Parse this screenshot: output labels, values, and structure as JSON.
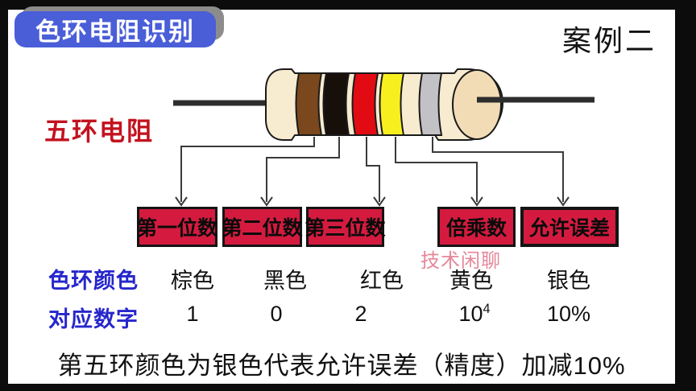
{
  "header": {
    "badge_label": "色环电阻识别",
    "case_label": "案例二"
  },
  "section_label": "五环电阻",
  "watermark": "技术闲聊",
  "resistor": {
    "bands": [
      {
        "name": "brown",
        "color": "#7a481c"
      },
      {
        "name": "black",
        "color": "#17100a"
      },
      {
        "name": "red",
        "color": "#e30b13"
      },
      {
        "name": "yellow",
        "color": "#f8ef1f"
      },
      {
        "name": "silver",
        "color": "#c2c1c6"
      }
    ]
  },
  "boxes": {
    "labels": [
      "第一位数",
      "第二位数",
      "第三位数",
      "倍乘数",
      "允许误差"
    ]
  },
  "rows": {
    "color_row": {
      "label": "色环颜色",
      "values": [
        "棕色",
        "黑色",
        "红色",
        "黄色",
        "银色"
      ]
    },
    "digit_row": {
      "label": "对应数字",
      "values": [
        "1",
        "0",
        "2",
        {
          "base": "10",
          "sup": "4"
        },
        "10%"
      ]
    }
  },
  "footer": "第五环颜色为银色代表允许误差（精度）加减10%",
  "colors": {
    "badge_blue": "#4a5ed8",
    "badge_shadow_gray": "#8c8c8c",
    "box_red": "#d41b3f",
    "row_label_blue": "#2626cc",
    "accent_red": "#c3121f",
    "resistor_body_cream": "#f7ebd0",
    "resistor_end_face": "#f2dcb6",
    "lead_wire": "#2d2d2d"
  }
}
